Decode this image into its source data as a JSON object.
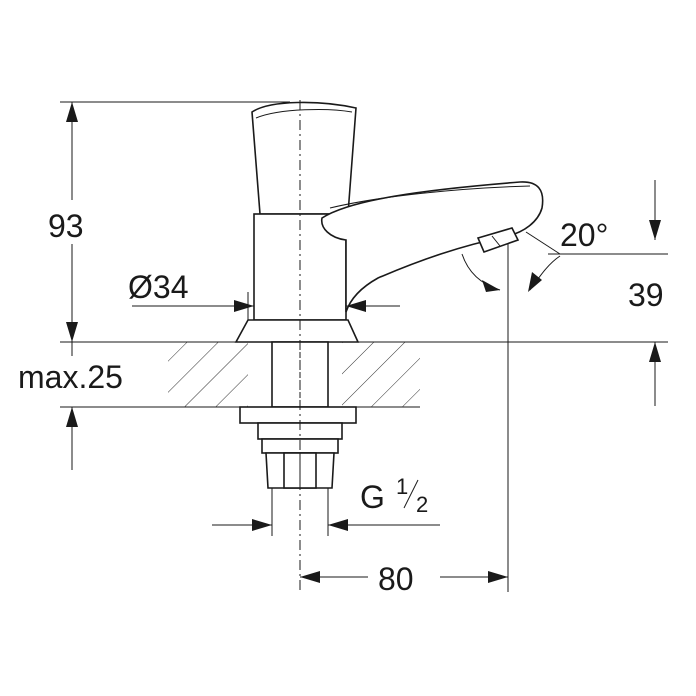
{
  "dimensions": {
    "height_total": "93",
    "diameter": "Ø34",
    "angle": "20°",
    "spout_height": "39",
    "max_thickness": "max.25",
    "thread_main": "G",
    "thread_num": "1",
    "thread_den": "2",
    "reach": "80"
  }
}
